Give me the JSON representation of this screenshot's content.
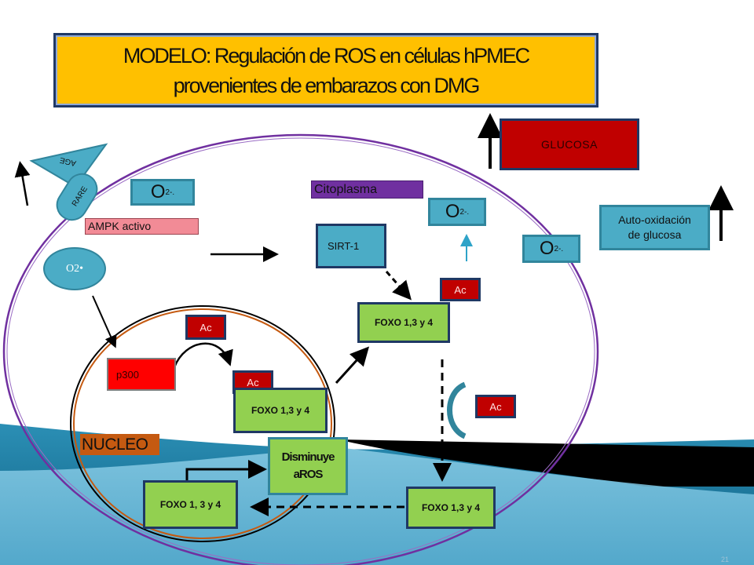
{
  "title": {
    "line1": "MODELO: Regulación de ROS en células hPMEC",
    "line2": "provenientes de embarazos con DMG"
  },
  "glucosa": "GLUCOSA",
  "auto_oxidacion": {
    "line1": "Auto-oxidación",
    "line2": "de glucosa"
  },
  "citoplasma": "Citoplasma",
  "ampk": "AMPK activo",
  "sirt": "SIRT-1",
  "o2_symbol": {
    "big": "O",
    "small": "2-."
  },
  "o2_cell": "O2•",
  "age": "AGE",
  "rare": "RARE",
  "p300": "p300",
  "ac": "Ac",
  "nucleo": "NUCLEO",
  "disminuye": {
    "line1": "Disminuye",
    "line2": "aROS"
  },
  "foxo": {
    "top": "FOXO 1,3 y 4",
    "nuclear": "FOXO 1,3 y 4",
    "bottom_right": "FOXO 1,3 y 4",
    "bottom_left": "FOXO 1, 3 y 4"
  },
  "page_number": "21",
  "colors": {
    "title_bg": "#ffc000",
    "glucosa_bg": "#c00000",
    "cyan": "#4bacc6",
    "purple": "#7030a0",
    "green": "#92d050",
    "red": "#c00000",
    "nucleo_bg": "#c55a11"
  }
}
